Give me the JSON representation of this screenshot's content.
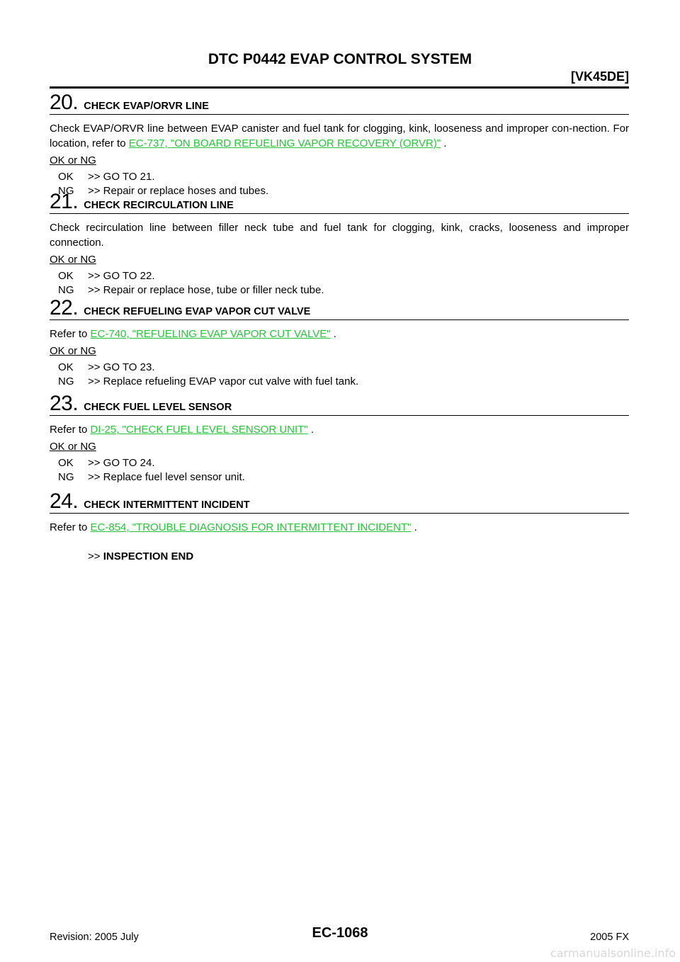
{
  "header": {
    "title": "DTC P0442 EVAP CONTROL SYSTEM",
    "model_code": "[VK45DE]"
  },
  "steps": [
    {
      "number": "20.",
      "title": "CHECK EVAP/ORVR LINE",
      "text_before": "Check EVAP/ORVR line between EVAP canister and fuel tank for clogging, kink, looseness and improper con-nection. For location, refer to ",
      "link": "EC-737, \"ON BOARD REFUELING VAPOR RECOVERY (ORVR)\"",
      "text_after": " .",
      "ok_ng_label": "OK or NG",
      "results": [
        {
          "code": "OK",
          "text": ">> GO TO 21."
        },
        {
          "code": "NG",
          "text": ">> Repair or replace hoses and tubes."
        }
      ]
    },
    {
      "number": "21.",
      "title": "CHECK RECIRCULATION LINE",
      "text_before": "Check recirculation line between filler neck tube and fuel tank for clogging, kink, cracks, looseness and improper connection.",
      "ok_ng_label": "OK or NG",
      "results": [
        {
          "code": "OK",
          "text": ">> GO TO 22."
        },
        {
          "code": "NG",
          "text": ">> Repair or replace hose, tube or filler neck tube."
        }
      ]
    },
    {
      "number": "22.",
      "title": "CHECK REFUELING EVAP VAPOR CUT VALVE",
      "text_before": "Refer to ",
      "link": "EC-740, \"REFUELING EVAP VAPOR CUT VALVE\"",
      "text_after": " .",
      "ok_ng_label": "OK or NG",
      "results": [
        {
          "code": "OK",
          "text": ">> GO TO 23."
        },
        {
          "code": "NG",
          "text": ">> Replace refueling EVAP vapor cut valve with fuel tank."
        }
      ]
    },
    {
      "number": "23.",
      "title": "CHECK FUEL LEVEL SENSOR",
      "text_before": "Refer to ",
      "link": "DI-25, \"CHECK FUEL LEVEL SENSOR UNIT\"",
      "text_after": " .",
      "ok_ng_label": "OK or NG",
      "results": [
        {
          "code": "OK",
          "text": ">> GO TO 24."
        },
        {
          "code": "NG",
          "text": ">> Replace fuel level sensor unit."
        }
      ]
    },
    {
      "number": "24.",
      "title": "CHECK INTERMITTENT INCIDENT",
      "text_before": "Refer to ",
      "link": "EC-854, \"TROUBLE DIAGNOSIS FOR INTERMITTENT INCIDENT\"",
      "text_after": " .",
      "end_prefix": ">> ",
      "end_label": "INSPECTION END"
    }
  ],
  "footer": {
    "revision": "Revision: 2005 July",
    "page_number": "EC-1068",
    "model": "2005 FX"
  },
  "watermark": "carmanualsonline.info",
  "colors": {
    "link": "#27c43a",
    "text": "#000000"
  }
}
